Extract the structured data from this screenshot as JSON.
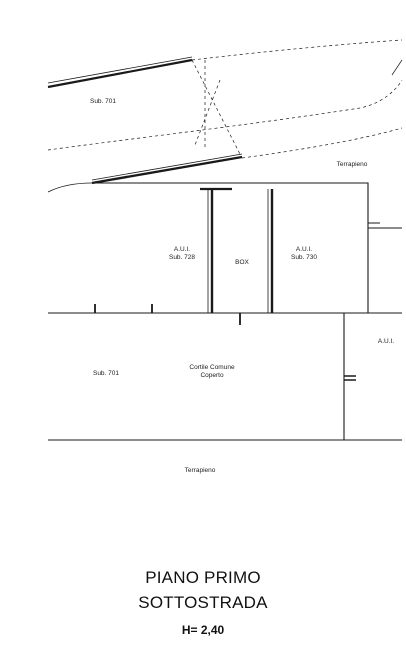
{
  "labels": {
    "sub_701_top": "Sub. 701",
    "terrapieno_top": "Terrapieno",
    "aui_left_1": "A.U.I.",
    "aui_left_2": "Sub. 728",
    "box": "BOX",
    "aui_right_1": "A.U.I.",
    "aui_right_2": "Sub. 730",
    "aui_far_right": "A.U.I.",
    "sub_701_bottom": "Sub. 701",
    "cortile_1": "Cortile Comune",
    "cortile_2": "Coperto",
    "terrapieno_bottom": "Terrapieno"
  },
  "title": {
    "line1": "PIANO PRIMO",
    "line2": "SOTTOSTRADA",
    "height": "H= 2,40"
  },
  "colors": {
    "line": "#1a1a1a",
    "background": "#ffffff"
  }
}
